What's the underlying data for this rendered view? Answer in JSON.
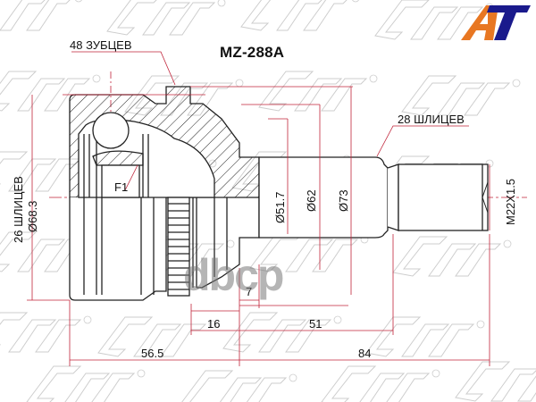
{
  "header": {
    "part_number": "MZ-288A"
  },
  "logo": {
    "left_letter": "A",
    "right_letter": "T",
    "left_color": "#E87722",
    "right_color": "#1A1A8C"
  },
  "watermark": {
    "pattern_text": "SAT",
    "overlay_text": "dbcp",
    "overlay_color": "#808080",
    "pattern_color": "#C8C8C8"
  },
  "colors": {
    "outline": "#222222",
    "dimension": "#C0243A",
    "centerline": "#C0243A"
  },
  "annotations": {
    "outer_teeth": "48 ЗУБЦЕВ",
    "outer_splines": "28 ШЛИЦЕВ",
    "inner_splines": "26 ШЛИЦЕВ",
    "inner_diameter": "Ø68.3",
    "fillet_label": "F1",
    "thread": "M22X1.5"
  },
  "dimensions": {
    "diameters": [
      "Ø51.7",
      "Ø62",
      "Ø73"
    ],
    "lengths": {
      "overall_left": "56.5",
      "overall_right": "84",
      "abs_offset": "16",
      "shaft_length": "51",
      "shoulder": "7"
    }
  }
}
